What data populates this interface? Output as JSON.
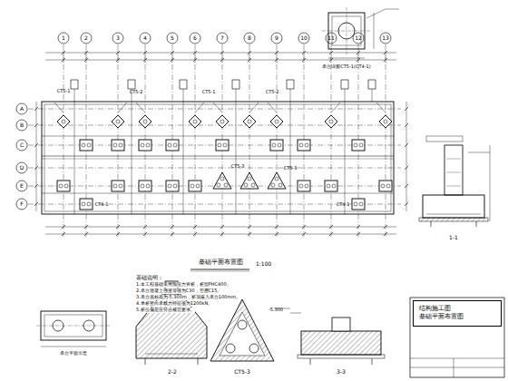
{
  "diagram": {
    "nodes": [
      {
        "text": [
          "结构施工图",
          "基础平面布置图"
        ]
      }
    ],
    "labels": [
      "基础平面布置图",
      "1:100",
      "基础说明：",
      "1.本工程基础采用预应力管桩，桩型PHC400。",
      "2.承台混凝土强度等级为C30，垫层C15。",
      "3.承台底标高为-5.300m，桩顶嵌入承台100mm。",
      "4.单桩竖向承载力特征值为1200kN。",
      "5.桩位偏差应符合规范要求。",
      "CT5-1",
      "CT5-2",
      "CT5-1",
      "CT5-2",
      "CT5-3",
      "CT5-3",
      "CT4-1",
      "CT4-1",
      "承台详图CT5-1(CT4-1)",
      "1-1",
      "2-2",
      "CT5-3",
      "3-3",
      "承台平面示意",
      "-5.300",
      "1",
      "2",
      "3",
      "4",
      "5",
      "6",
      "7",
      "8",
      "9",
      "10",
      "11",
      "12",
      "13",
      "A",
      "B",
      "C",
      "D",
      "E",
      "F"
    ]
  }
}
